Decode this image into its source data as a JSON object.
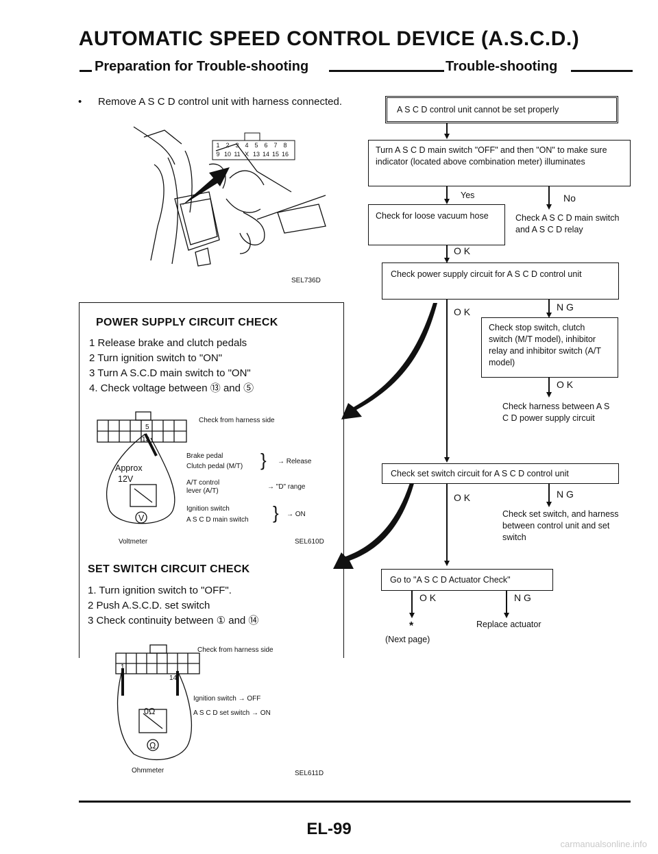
{
  "title": "AUTOMATIC SPEED CONTROL DEVICE (A.S.C.D.)",
  "left_heading": "Preparation for Trouble-shooting",
  "right_heading": "Trouble-shooting",
  "prep": {
    "bullet": "Remove A S C D control unit with harness connected.",
    "connector_pins_top": [
      "1",
      "2",
      "3",
      "4",
      "5",
      "6",
      "7",
      "8"
    ],
    "connector_pins_bottom": [
      "9",
      "10",
      "11",
      "X",
      "13",
      "14",
      "15",
      "16"
    ],
    "fig_code": "SEL736D"
  },
  "power_check": {
    "heading": "POWER SUPPLY CIRCUIT CHECK",
    "steps": [
      "1  Release brake and clutch pedals",
      "2  Turn ignition switch to \"ON\"",
      "3  Turn A S.C.D main switch to \"ON\"",
      "4.  Check voltage between ⑬ and ⑤"
    ],
    "harness_note": "Check from harness side",
    "pin_a": "5",
    "pin_b": "13",
    "approx": "Approx",
    "volts": "12V",
    "meter_symbol": "V",
    "meter_name": "Voltmeter",
    "conditions": [
      "Brake pedal",
      "Clutch pedal (M/T)",
      "→  Release",
      "A/T control",
      "lever (A/T)",
      "→  \"D\" range",
      "Ignition switch",
      "A S C D main switch",
      "→  ON"
    ],
    "fig_code": "SEL610D"
  },
  "set_check": {
    "heading": "SET SWITCH CIRCUIT CHECK",
    "steps": [
      "1.  Turn ignition switch to \"OFF\".",
      "2  Push A.S.C.D. set switch",
      "3  Check continuity between ① and ⑭"
    ],
    "harness_note": "Check from harness side",
    "pin_a": "1",
    "pin_b": "14",
    "ohms": "0Ω",
    "meter_symbol": "Ω",
    "meter_name": "Ohmmeter",
    "conditions": [
      "Ignition switch  →  OFF",
      "A S C D set switch  →  ON"
    ],
    "fig_code": "SEL611D"
  },
  "flow": {
    "start": "A S C D control unit cannot be set properly",
    "step1": "Turn A S C D main switch \"OFF\" and then \"ON\" to make sure indicator (located above combination meter) illuminates",
    "yes": "Yes",
    "no": "No",
    "vacuum": "Check for loose vacuum hose",
    "relay": "Check A S C D main switch and A S C D relay",
    "ok1": "O K",
    "power": "Check power supply circuit for A S C D control unit",
    "ok2": "O K",
    "ng1": "N G",
    "stop_sw": "Check stop switch, clutch switch (M/T model), inhibitor relay and inhibitor switch (A/T model)",
    "ok3": "O K",
    "harness": "Check harness between A S C D power supply circuit",
    "set_circuit": "Check set switch circuit for A S C D control unit",
    "ok4": "O K",
    "ng2": "N G",
    "set_switch": "Check set switch, and harness between control unit and set switch",
    "actuator": "Go to \"A S C D Actuator Check\"",
    "ok5": "O K",
    "ng3": "N G",
    "star": "*",
    "next": "(Next page)",
    "replace": "Replace actuator"
  },
  "page_number": "EL-99",
  "watermark": "carmanualsonline.info"
}
